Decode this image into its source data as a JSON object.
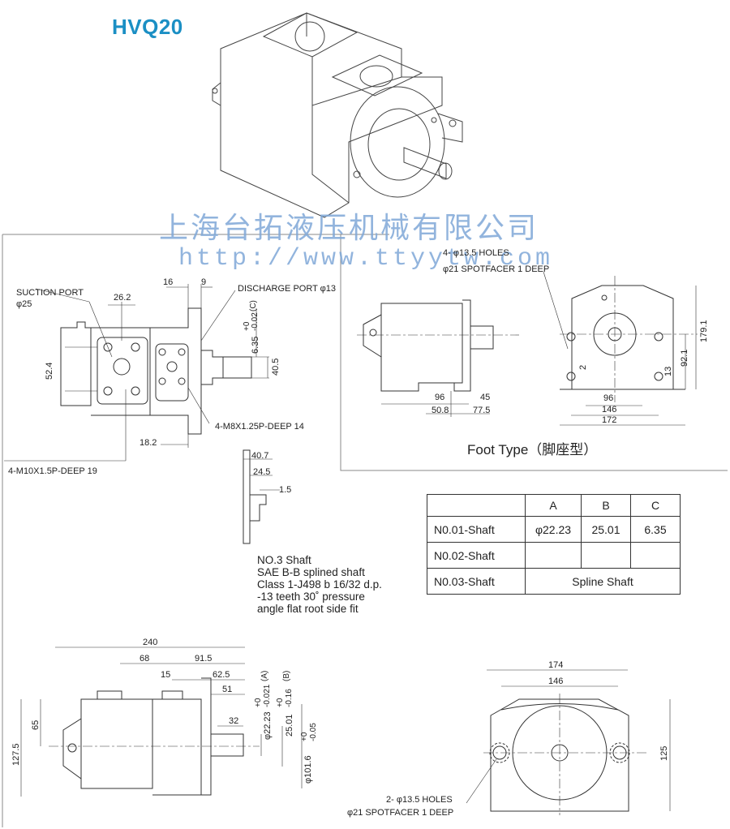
{
  "title": "HVQ20",
  "watermark": {
    "company": "上海台拓液压机械有限公司",
    "url": "http://www.ttyytw.com"
  },
  "front_view": {
    "suction_port_title": "SUCTION PORT",
    "suction_port_size": "φ25",
    "discharge_port": "DISCHARGE PORT φ13",
    "dim_16": "16",
    "dim_9": "9",
    "dim_26_2": "26.2",
    "dim_52_4": "52.4",
    "dim_40_5": "40.5",
    "dim_c_value": "6.35",
    "dim_c_tol_upper": "+0",
    "dim_c_tol_lower": "-0.02",
    "dim_c_label": "(C)",
    "m8_thread": "4-M8X1.25P-DEEP 14",
    "dim_18_2": "18.2",
    "m10_thread": "4-M10X1.5P-DEEP 19"
  },
  "shaft_detail": {
    "dim_40_7": "40.7",
    "dim_24_5": "24.5",
    "dim_1_5": "1.5"
  },
  "foot_type": {
    "holes": "4- φ13.5 HOLES",
    "spotfacer": "φ21 SPOTFACER 1 DEEP",
    "dim_96_side": "96",
    "dim_45": "45",
    "dim_50_8": "50.8",
    "dim_77_5": "77.5",
    "dim_2": "2",
    "dim_96_end": "96",
    "dim_146": "146",
    "dim_172": "172",
    "dim_13": "13",
    "dim_92_1": "92.1",
    "dim_179_1": "179.1",
    "caption": "Foot Type（脚座型）"
  },
  "shaft_table": {
    "headers": [
      "A",
      "B",
      "C"
    ],
    "rows": [
      {
        "label": "N0.01-Shaft",
        "a": "φ22.23",
        "b": "25.01",
        "c": "6.35"
      },
      {
        "label": "N0.02-Shaft",
        "a": "",
        "b": "",
        "c": ""
      },
      {
        "label": "N0.03-Shaft",
        "spline": "Spline Shaft"
      }
    ]
  },
  "shaft_notes": [
    "NO.3 Shaft",
    "SAE B-B splined shaft",
    "Class 1-J498 b 16/32 d.p.",
    "-13 teeth 30˚ pressure",
    "angle flat root side fit"
  ],
  "side_view": {
    "dim_240": "240",
    "dim_68": "68",
    "dim_91_5": "91.5",
    "dim_15": "15",
    "dim_62_5": "62.5",
    "dim_51": "51",
    "dim_32": "32",
    "dim_65": "65",
    "dim_127_5": "127.5",
    "dim_a_value": "φ22.23",
    "dim_a_tol_upper": "+0",
    "dim_a_tol_lower": "-0.021",
    "dim_a_label": "(A)",
    "dim_b_value": "25.01",
    "dim_b_tol_upper": "+0",
    "dim_b_tol_lower": "-0.16",
    "dim_b_label": "(B)",
    "dim_101_6": "φ101.6",
    "dim_101_6_tol_upper": "+0",
    "dim_101_6_tol_lower": "-0.05"
  },
  "end_view": {
    "dim_174": "174",
    "dim_146": "146",
    "dim_125": "125",
    "holes": "2- φ13.5 HOLES",
    "spotfacer": "φ21 SPOTFACER 1 DEEP"
  }
}
